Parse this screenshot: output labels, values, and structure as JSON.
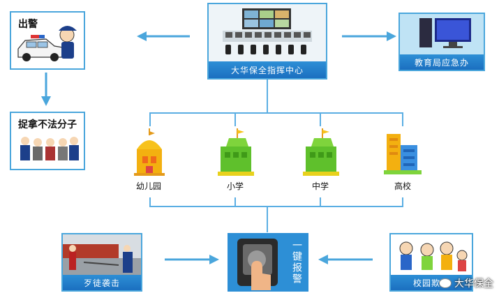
{
  "center": {
    "label": "大华保全指挥中心"
  },
  "police": {
    "label": "出警"
  },
  "arrest": {
    "label": "捉拿不法分子"
  },
  "edu": {
    "label": "教育局应急办"
  },
  "schools": [
    {
      "label": "幼儿园"
    },
    {
      "label": "小学"
    },
    {
      "label": "中学"
    },
    {
      "label": "高校"
    }
  ],
  "attack": {
    "label": "歹徒袭击"
  },
  "alarm": {
    "label": "一键报警"
  },
  "bully": {
    "label": "校园欺凌"
  },
  "watermark": {
    "label": "大华保全"
  },
  "colors": {
    "accent": "#4aa6dc",
    "caption": "#1b6fc0",
    "line": "#5aaee3"
  }
}
